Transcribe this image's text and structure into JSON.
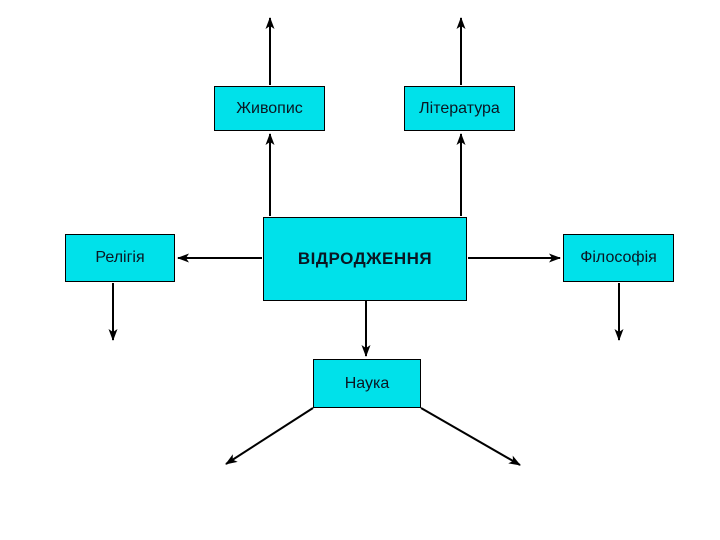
{
  "diagram": {
    "type": "radial-concept-map",
    "language": "Ukrainian",
    "center_node": {
      "id": "vidrodzhennia",
      "label": "ВІДРОДЖЕННЯ"
    },
    "satellite_nodes": [
      {
        "id": "zhyvopys",
        "label": "Живопис",
        "position": "top-left"
      },
      {
        "id": "literatura",
        "label": "Література",
        "position": "top-right"
      },
      {
        "id": "relihiia",
        "label": "Релігія",
        "position": "left"
      },
      {
        "id": "filosofiia",
        "label": "Філософія",
        "position": "right"
      },
      {
        "id": "nauka",
        "label": "Наука",
        "position": "bottom"
      }
    ],
    "arrows": [
      {
        "from": "vidrodzhennia",
        "to": "zhyvopys"
      },
      {
        "from": "vidrodzhennia",
        "to": "literatura"
      },
      {
        "from": "vidrodzhennia",
        "to": "relihiia"
      },
      {
        "from": "vidrodzhennia",
        "to": "filosofiia"
      },
      {
        "from": "vidrodzhennia",
        "to": "nauka"
      },
      {
        "from": "zhyvopys",
        "to": "offslide-top"
      },
      {
        "from": "literatura",
        "to": "offslide-top"
      },
      {
        "from": "relihiia",
        "to": "offslide-bottom"
      },
      {
        "from": "filosofiia",
        "to": "offslide-bottom"
      },
      {
        "from": "nauka",
        "to": "offslide-bottom-left"
      },
      {
        "from": "nauka",
        "to": "offslide-bottom-right"
      }
    ],
    "colors": {
      "background": "#ffffff",
      "node_fill": "#00e1ea",
      "node_border": "#000000",
      "node_text": "#0a1622",
      "arrow": "#000000"
    }
  }
}
